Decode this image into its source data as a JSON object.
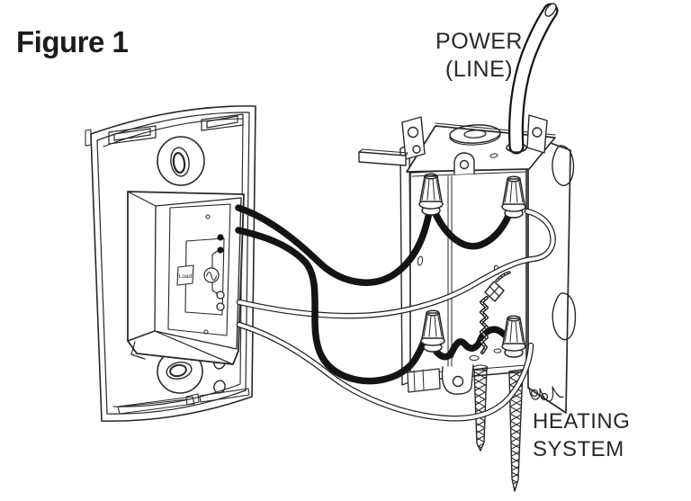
{
  "figure": {
    "title": "Figure 1"
  },
  "labels": {
    "power": {
      "line1": "POWER",
      "line2": "(LINE)"
    },
    "heating": {
      "line1": "HEATING",
      "line2": "SYSTEM"
    }
  },
  "module_diagram": {
    "load_label": "Load"
  },
  "icons": {
    "ac_source": "sine-wave-in-circle",
    "ground_screw": "diamond-head-screw",
    "keyhole": "mounting-keyhole-slot"
  },
  "colors": {
    "line": "#2a2728",
    "wire_black": "#141414",
    "background": "#ffffff"
  }
}
